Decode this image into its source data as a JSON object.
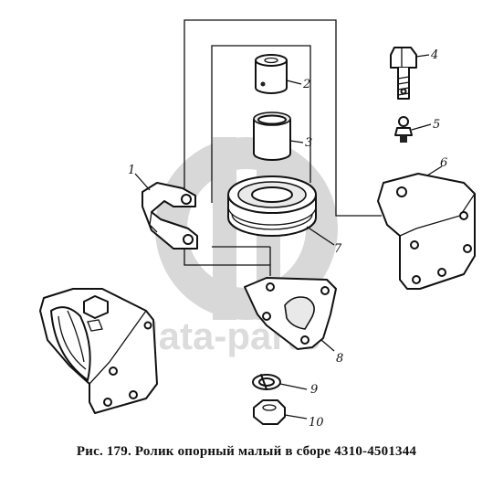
{
  "caption": "Рис. 179. Ролик опорный малый в сборе 4310-4501344",
  "watermark": {
    "text": "data-parts",
    "color": "#cfcfcf"
  },
  "callouts": [
    {
      "id": "1",
      "part": "bracket"
    },
    {
      "id": "2",
      "part": "bushing"
    },
    {
      "id": "3",
      "part": "sleeve"
    },
    {
      "id": "4",
      "part": "bolt"
    },
    {
      "id": "5",
      "part": "grease-fitting"
    },
    {
      "id": "6",
      "part": "mounting-plate"
    },
    {
      "id": "7",
      "part": "roller"
    },
    {
      "id": "8",
      "part": "support-plate"
    },
    {
      "id": "9",
      "part": "spring-washer"
    },
    {
      "id": "10",
      "part": "nut"
    }
  ]
}
